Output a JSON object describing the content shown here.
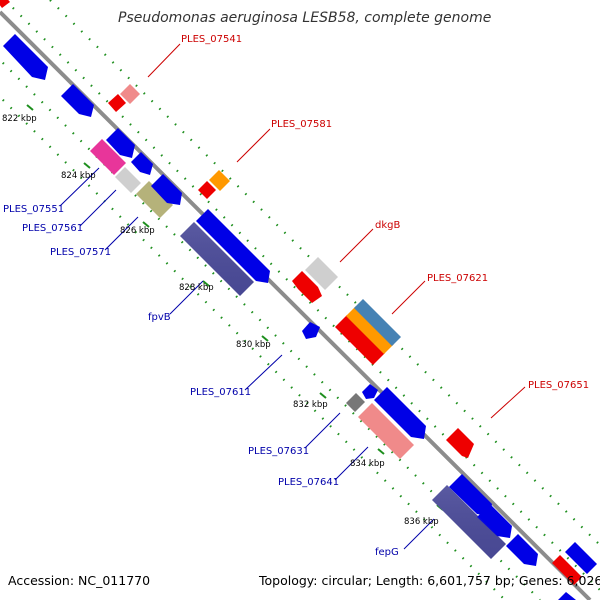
{
  "title": "Pseudomonas aeruginosa LESB58, complete genome",
  "footer": {
    "accession": "Accession: NC_011770",
    "topology": "Topology: circular; Length: 6,601,757 bp; Genes: 6,026"
  },
  "ticks": [
    "822 kbp",
    "824 kbp",
    "826 kbp",
    "828 kbp",
    "830 kbp",
    "832 kbp",
    "834 kbp",
    "836 kbp"
  ],
  "labels": {
    "ples_07541": "PLES_07541",
    "ples_07581": "PLES_07581",
    "dkgb": "dkgB",
    "ples_07621": "PLES_07621",
    "ples_07651": "PLES_07651",
    "ples_07551": "PLES_07551",
    "ples_07561": "PLES_07561",
    "ples_07571": "PLES_07571",
    "fpvb": "fpvB",
    "ples_07611": "PLES_07611",
    "ples_07631": "PLES_07631",
    "ples_07641": "PLES_07641",
    "fepg": "fepG"
  },
  "colors": {
    "backbone": "#8c8c8c",
    "dots": "#1e8f1e",
    "blue": "#0000e6",
    "red": "#ee0000",
    "pink": "#f08a8a",
    "magenta": "#e8359a",
    "olive": "#b5b27a",
    "slate": "#4b4b99",
    "orange": "#ff9900",
    "steel": "#4682b4",
    "light": "#cfcfcf",
    "gray": "#777777",
    "label_red": "#cc0000",
    "label_blue": "#0000aa"
  }
}
